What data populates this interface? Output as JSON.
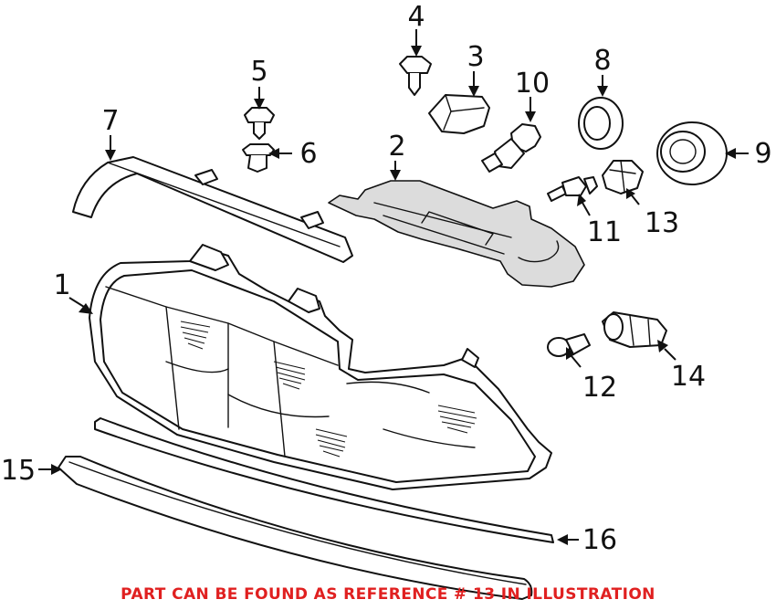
{
  "callouts": {
    "c1": "1",
    "c2": "2",
    "c3": "3",
    "c4": "4",
    "c5": "5",
    "c6": "6",
    "c7": "7",
    "c8": "8",
    "c9": "9",
    "c10": "10",
    "c11": "11",
    "c12": "12",
    "c13": "13",
    "c14": "14",
    "c15": "15",
    "c16": "16"
  },
  "footnote": {
    "text": "PART CAN BE FOUND AS REFERENCE # 13 IN ILLUSTRATION",
    "color": "#e02020"
  },
  "colors": {
    "line": "#111111",
    "shade": "#dcdcdc"
  }
}
